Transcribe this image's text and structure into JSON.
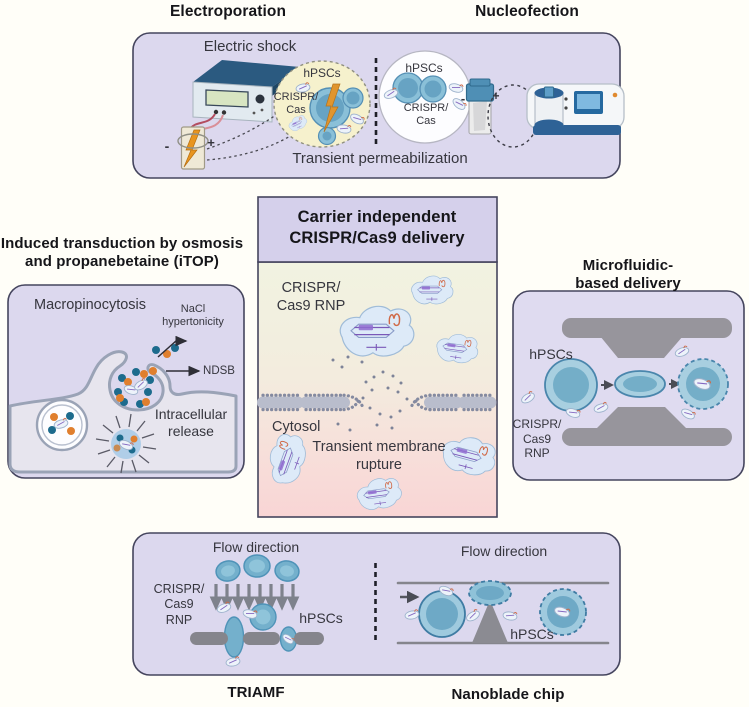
{
  "palette": {
    "panel_fill": "#dcd8ee",
    "panel_border": "#45455e",
    "center_title_fill": "#d5d0eb",
    "gradient_top": "#f1f3e1",
    "gradient_bottom": "#f9d5d5",
    "cell_blue": "#8ac0d8",
    "cell_blue_dark": "#67a3c3",
    "microfluidic_gray": "#8b8b92",
    "sample_yellow": "#f6f1cd",
    "dot_teal": "#1d6b8d",
    "dot_orange": "#e07f2e",
    "lightning_orange": "#e8951f"
  },
  "electroporation": {
    "title": "Electroporation",
    "electric_shock": "Electric shock",
    "hpscs": "hPSCs",
    "crispr_cas": "CRISPR/\nCas",
    "minus": "-",
    "plus": "+"
  },
  "nucleofection": {
    "title": "Nucleofection",
    "hpscs": "hPSCs",
    "crispr_cas": "CRISPR/\nCas",
    "minus": "-",
    "plus": "+"
  },
  "top_panel": {
    "caption": "Transient permeabilization"
  },
  "center": {
    "title": "Carrier independent\nCRISPR/Cas9 delivery",
    "rnp_label": "CRISPR/\nCas9 RNP",
    "cytosol": "Cytosol",
    "rupture": "Transient membrane\nrupture"
  },
  "itop": {
    "title": "Induced transduction by osmosis\nand propanebetaine (iTOP)",
    "macropinocytosis": "Macropinocytosis",
    "nacl": "NaCl\nhypertonicity",
    "ndsb": "NDSB",
    "intracellular_release": "Intracellular\nrelease"
  },
  "microfluidic": {
    "title": "Microfluidic-based delivery",
    "hpscs": "hPSCs",
    "rnp_label": "CRISPR/\nCas9\nRNP"
  },
  "triamf": {
    "flow_direction": "Flow direction",
    "rnp_label": "CRISPR/\nCas9\nRNP",
    "hpscs": "hPSCs",
    "caption": "TRIAMF"
  },
  "nanoblade": {
    "flow_direction": "Flow direction",
    "hpscs": "hPSCs",
    "caption": "Nanoblade chip"
  }
}
